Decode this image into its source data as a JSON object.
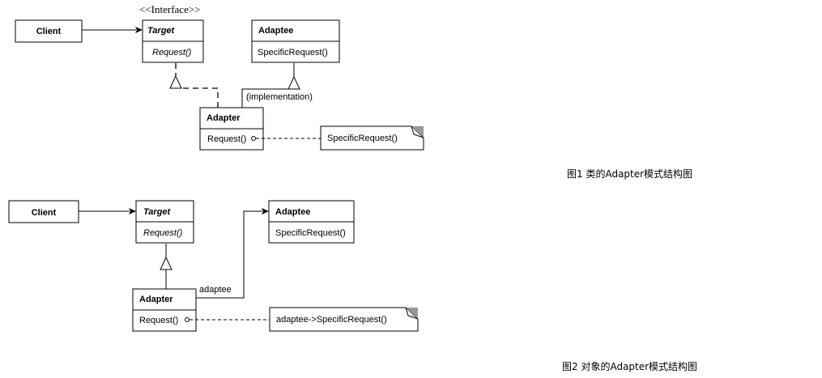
{
  "diagram1": {
    "stereotype": "<<Interface>>",
    "client": "Client",
    "target": {
      "name": "Target",
      "method": "Request()"
    },
    "adaptee": {
      "name": "Adaptee",
      "method": "SpecificRequest()"
    },
    "adapter": {
      "name": "Adapter",
      "method": "Request()"
    },
    "implementation_label": "(implementation)",
    "note": "SpecificRequest()",
    "caption": "图1 类的Adapter模式结构图"
  },
  "diagram2": {
    "client": "Client",
    "target": {
      "name": "Target",
      "method": "Request()"
    },
    "adaptee": {
      "name": "Adaptee",
      "method": "SpecificRequest()"
    },
    "adapter": {
      "name": "Adapter",
      "method": "Request()"
    },
    "association_label": "adaptee",
    "note": "adaptee->SpecificRequest()",
    "caption": "图2 对象的Adapter模式结构图"
  }
}
